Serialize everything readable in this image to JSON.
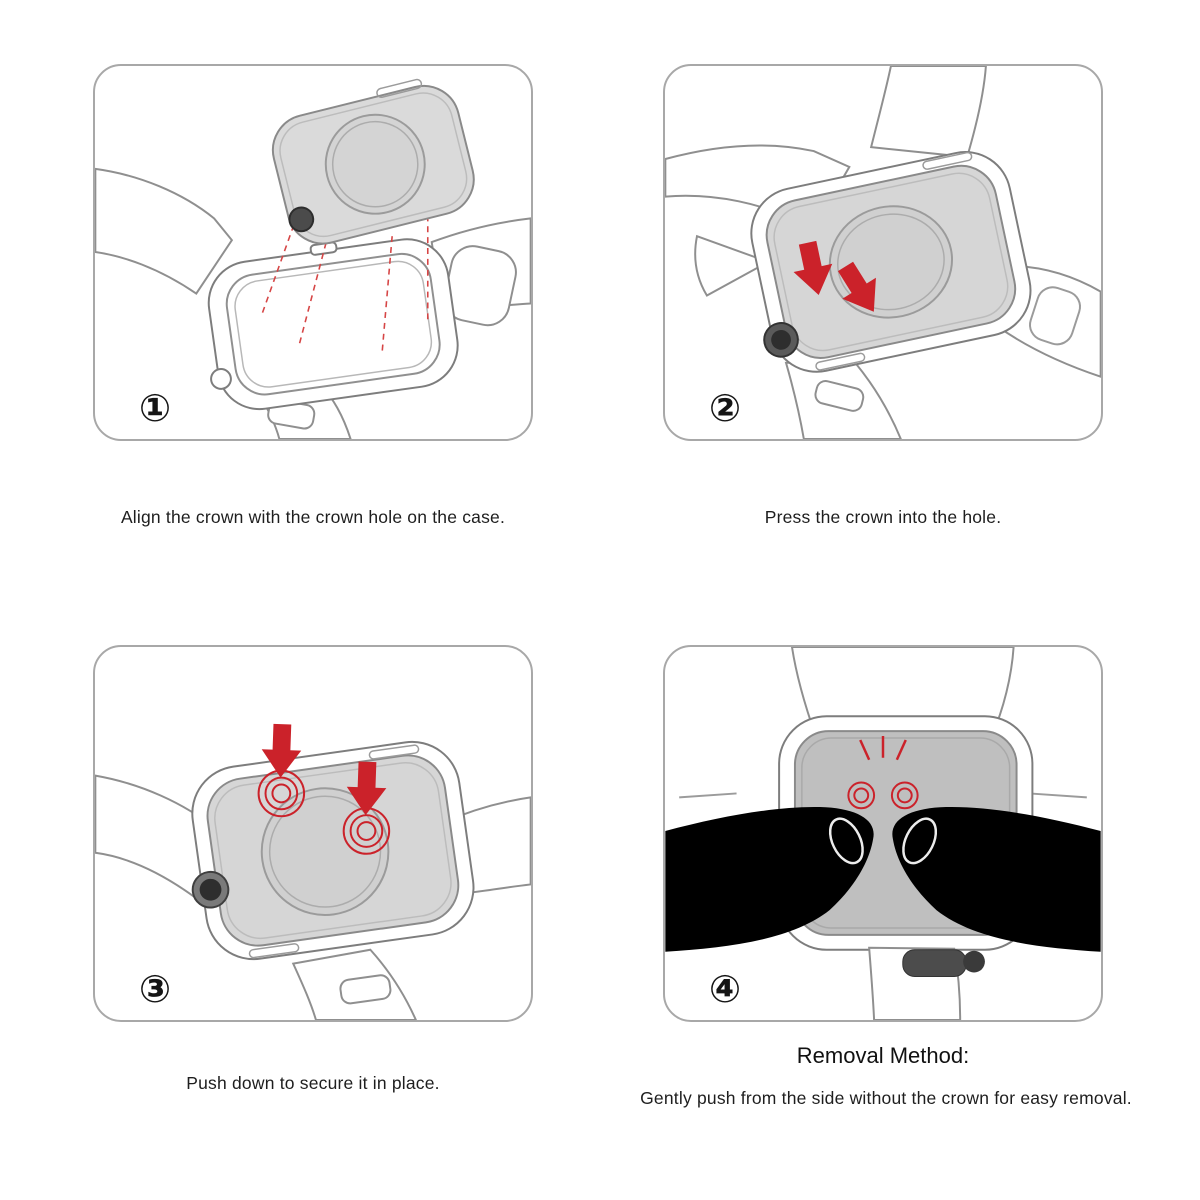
{
  "accent": {
    "red": "#cb222a",
    "outline_gray": "#7d7d7d",
    "watch_gray": "#d6d6d6"
  },
  "panels": [
    {
      "step_number": "①",
      "caption": "Align the crown with the crown hole on the case."
    },
    {
      "step_number": "②",
      "caption": "Press the crown into the hole."
    },
    {
      "step_number": "③",
      "caption": "Push down to secure it in place."
    },
    {
      "step_number": "④",
      "caption_title": "Removal Method:",
      "caption": "Gently push from the side without the crown for easy removal."
    }
  ]
}
